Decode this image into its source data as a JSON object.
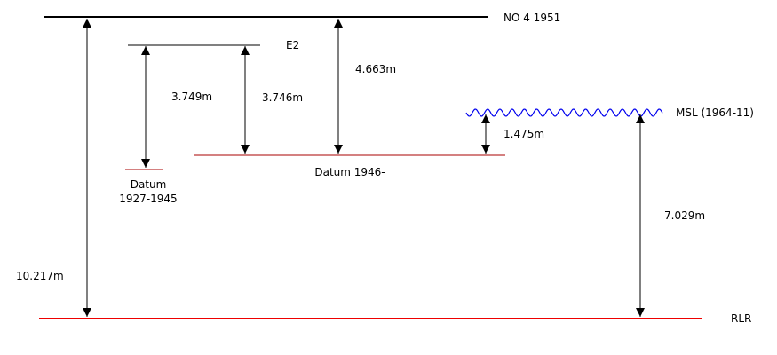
{
  "levels": {
    "no4": {
      "label": "NO 4 1951",
      "color": "#000000"
    },
    "e2": {
      "label": "E2",
      "color": "#000000"
    },
    "msl": {
      "label": "MSL (1964-11)",
      "color": "#0000ee"
    },
    "datum_old": {
      "label_line1": "Datum",
      "label_line2": "1927-1945",
      "color": "#aa0000"
    },
    "datum_new": {
      "label": "Datum 1946-",
      "color": "#aa0000"
    },
    "rlr": {
      "label": "RLR",
      "color": "#ee0000"
    }
  },
  "measurements": {
    "e2_to_datum_old": "3.749m",
    "e2_to_datum_new": "3.746m",
    "no4_to_datum_new": "4.663m",
    "msl_to_datum_new": "1.475m",
    "msl_to_rlr": "7.029m",
    "no4_to_rlr": "10.217m"
  }
}
